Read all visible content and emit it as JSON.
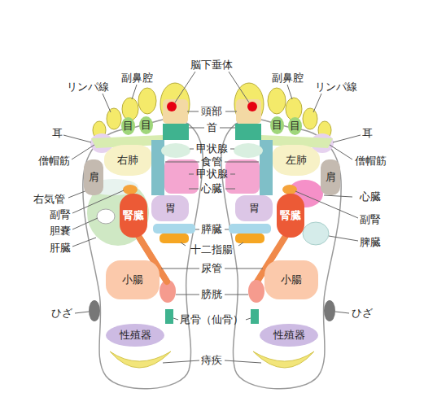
{
  "diagram": {
    "nodes": [
      {
        "text": [
          "目"
        ]
      },
      {
        "text": [
          "目"
        ]
      },
      {
        "text": [
          "目"
        ]
      },
      {
        "text": [
          "目"
        ]
      },
      {
        "text": [
          "右肺"
        ]
      },
      {
        "text": [
          "左肺"
        ]
      },
      {
        "text": [
          "肩"
        ]
      },
      {
        "text": [
          "肩"
        ]
      },
      {
        "text": [
          "胃"
        ]
      },
      {
        "text": [
          "胃"
        ]
      },
      {
        "text": [
          "腎臓"
        ]
      },
      {
        "text": [
          "腎臓"
        ]
      },
      {
        "text": [
          "小腸"
        ]
      },
      {
        "text": [
          "小腸"
        ]
      },
      {
        "text": [
          "性殖器"
        ]
      },
      {
        "text": [
          "性殖器"
        ]
      }
    ],
    "labels": [
      "脳下垂体",
      "副鼻腔",
      "副鼻腔",
      "リンパ線",
      "リンパ線",
      "頭部",
      "首",
      "耳",
      "耳",
      "甲状腺",
      "僧帽筋",
      "僧帽筋",
      "食管",
      "甲状腺",
      "心臓",
      "心臓",
      "右気管",
      "副腎",
      "副腎",
      "膵臓",
      "胆嚢",
      "脾臓",
      "肝臓",
      "十二指腸",
      "尿管",
      "膀胱",
      "ひざ",
      "ひざ",
      "尾骨（仙骨）",
      "痔疾"
    ]
  }
}
